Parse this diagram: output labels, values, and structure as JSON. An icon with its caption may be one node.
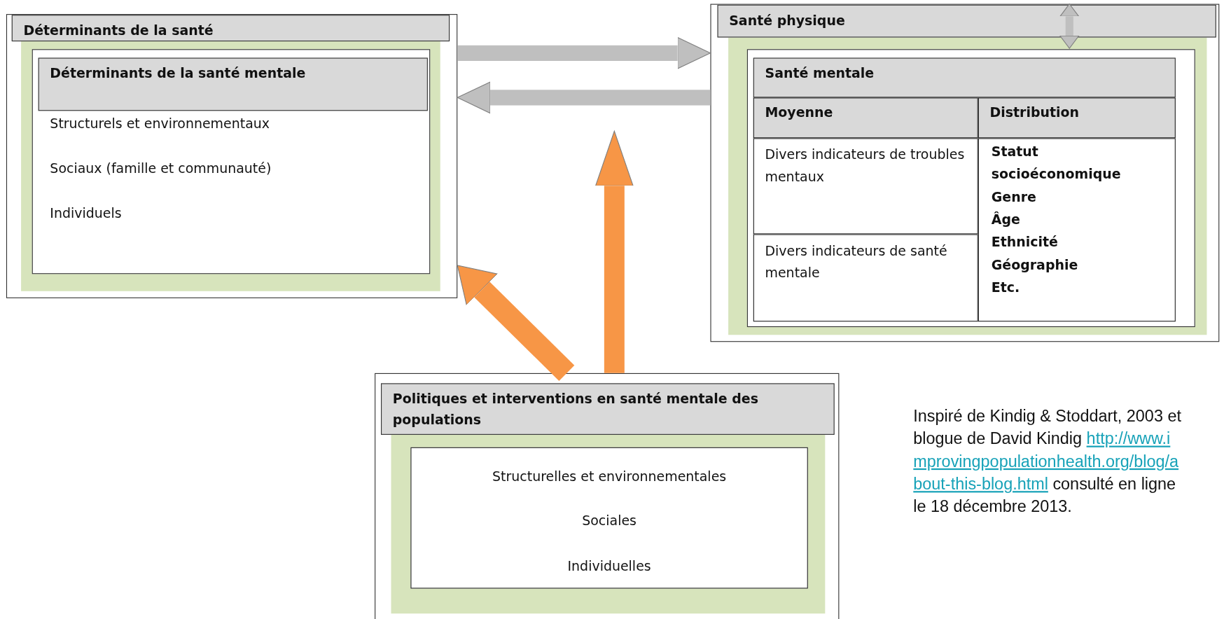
{
  "diagram": {
    "nodes": [
      {
        "text": [
          "Déterminants de la santé"
        ]
      },
      {
        "text": [
          "Déterminants de la santé mentale",
          "Structurels et environnementaux",
          "Sociaux (famille et communauté)",
          "Individuels"
        ],
        "in": 0
      },
      {
        "text": [
          "Santé physique"
        ]
      },
      {
        "text": [
          "Santé mentale"
        ],
        "in": 2
      },
      {
        "text": [
          "Moyenne"
        ],
        "in": 3
      },
      {
        "text": [
          "Distribution"
        ],
        "in": 3
      },
      {
        "text": [
          "Divers indicateurs de troubles mentaux"
        ],
        "in": 3
      },
      {
        "text": [
          "Divers indicateurs de santé mentale"
        ],
        "in": 3
      },
      {
        "text": [
          "Statut socioéconomique",
          "Genre",
          "Âge",
          "Ethnicité",
          "Géographie",
          "Etc."
        ],
        "in": 3
      },
      {
        "text": [
          "Politiques et interventions en santé mentale des populations"
        ]
      },
      {
        "text": [
          "Structurelles et environnementales",
          "Sociales",
          "Individuelles"
        ],
        "in": 9
      }
    ],
    "edges": [
      {
        "from": 0,
        "to": 2,
        "arrow": "to",
        "color": "#bfbfbf"
      },
      {
        "from": 2,
        "to": 0,
        "arrow": "to",
        "color": "#bfbfbf"
      },
      {
        "from": 2,
        "to": 3,
        "arrow": "both",
        "color": "#bfbfbf"
      },
      {
        "from": 9,
        "to": 0,
        "arrow": "to",
        "color": "#f79646"
      },
      {
        "from": 9,
        "to": null,
        "arrow": "to",
        "color": "#f79646"
      }
    ],
    "labels": [
      "Inspiré de Kindig & Stoddart, 2003 et blogue de David Kindig",
      "http://www.improvingpopulationhealth.org/blog/about-this-blog.html",
      "consulté en ligne le 18 décembre 2013."
    ]
  }
}
